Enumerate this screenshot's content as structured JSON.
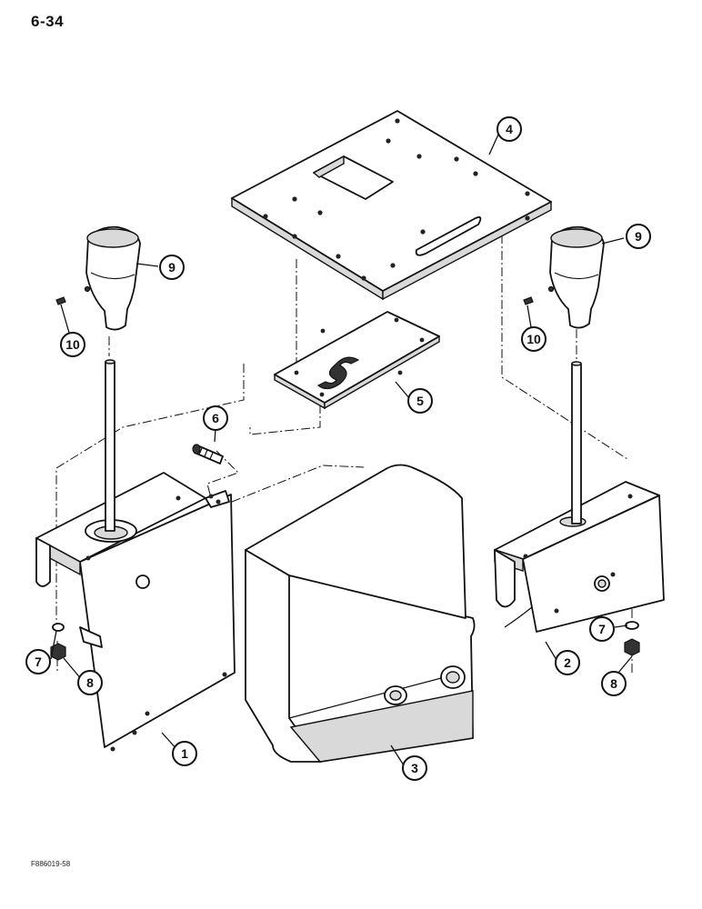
{
  "page_number": "6-34",
  "figure_code": "F886019-58",
  "callouts": [
    {
      "id": "c1",
      "label": "1"
    },
    {
      "id": "c2",
      "label": "2"
    },
    {
      "id": "c3",
      "label": "3"
    },
    {
      "id": "c4",
      "label": "4"
    },
    {
      "id": "c5",
      "label": "5"
    },
    {
      "id": "c6",
      "label": "6"
    },
    {
      "id": "c7a",
      "label": "7"
    },
    {
      "id": "c7b",
      "label": "7"
    },
    {
      "id": "c8a",
      "label": "8"
    },
    {
      "id": "c8b",
      "label": "8"
    },
    {
      "id": "c9a",
      "label": "9"
    },
    {
      "id": "c9b",
      "label": "9"
    },
    {
      "id": "c10a",
      "label": "10"
    },
    {
      "id": "c10b",
      "label": "10"
    }
  ]
}
